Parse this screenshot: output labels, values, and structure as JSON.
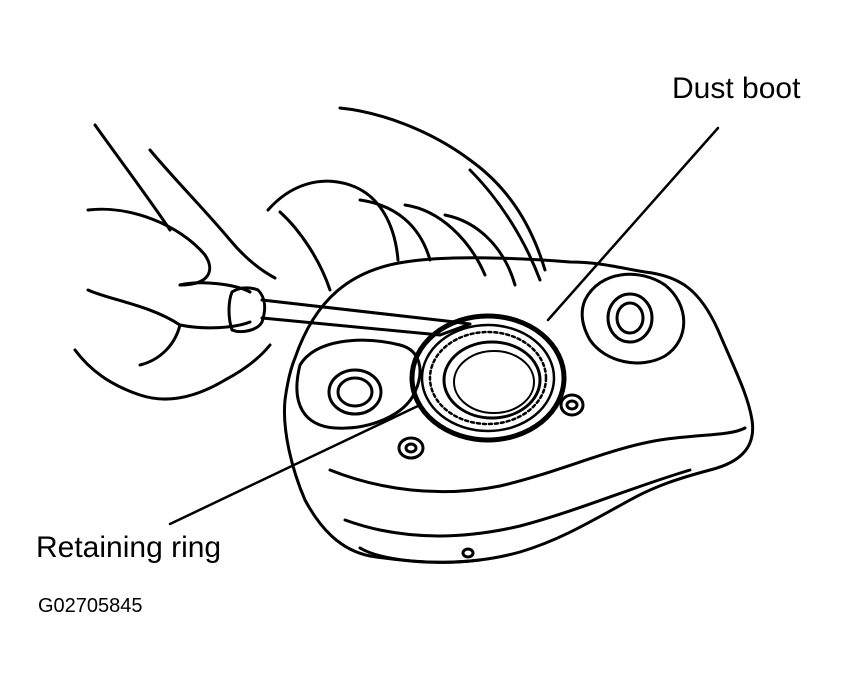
{
  "labels": {
    "dust_boot": "Dust boot",
    "retaining_ring": "Retaining ring"
  },
  "figure_code": "G02705845",
  "colors": {
    "ink": "#000000",
    "paper": "#ffffff"
  }
}
